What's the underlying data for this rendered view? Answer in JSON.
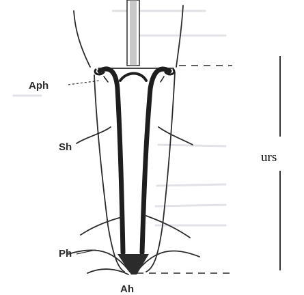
{
  "labels": {
    "aph": "Aph",
    "sh": "Sh",
    "ph": "Ph",
    "ah": "Ah"
  },
  "scale_label": "urs",
  "colors": {
    "ink": "#2b2b2b",
    "faint_text": "#c9ccd2",
    "paper": "#ffffff"
  }
}
